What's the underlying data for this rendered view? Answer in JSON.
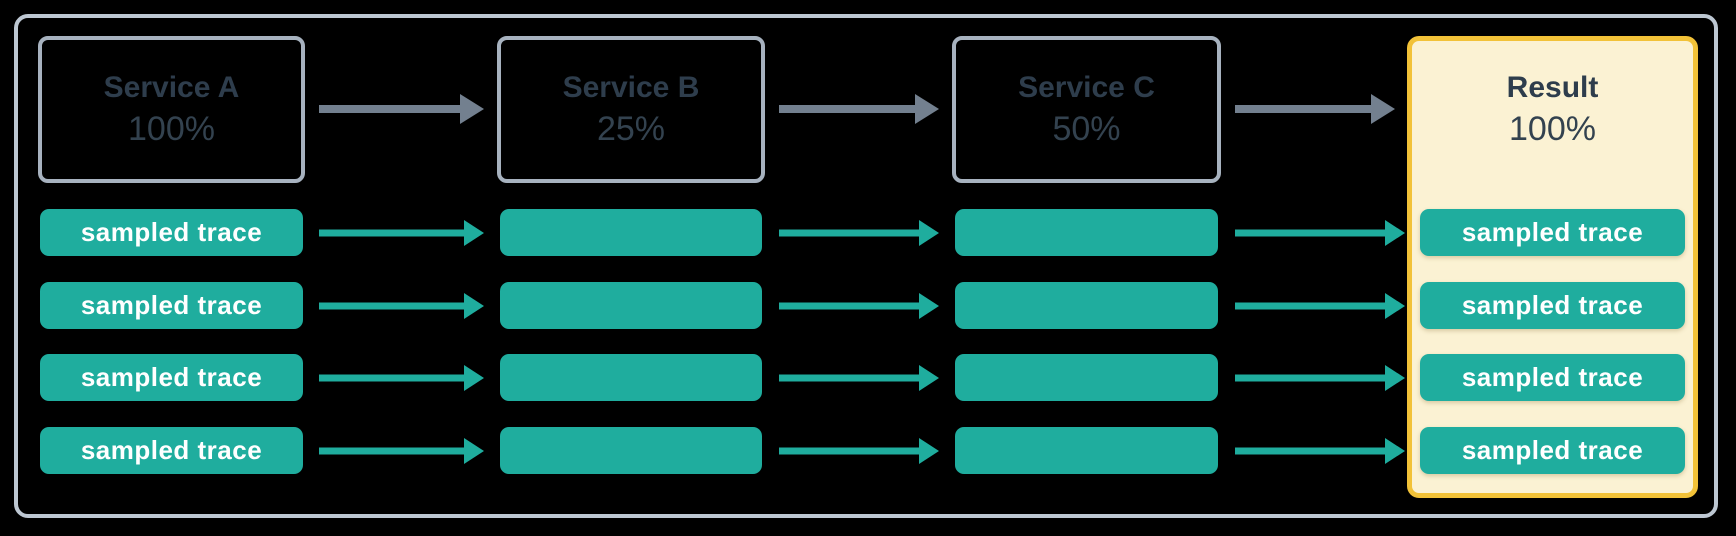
{
  "diagram": {
    "columns": [
      {
        "id": "service-a",
        "label": "Service A",
        "rate": "100%",
        "traces": [
          "sampled trace",
          "sampled trace",
          "sampled trace",
          "sampled trace"
        ]
      },
      {
        "id": "service-b",
        "label": "Service B",
        "rate": "25%",
        "traces": [
          "",
          "",
          "",
          ""
        ]
      },
      {
        "id": "service-c",
        "label": "Service C",
        "rate": "50%",
        "traces": [
          "",
          "",
          "",
          ""
        ]
      },
      {
        "id": "result",
        "label": "Result",
        "rate": "100%",
        "highlighted": true,
        "traces": [
          "sampled trace",
          "sampled trace",
          "sampled trace",
          "sampled trace"
        ]
      }
    ],
    "colors": {
      "trace_teal": "#1FAD9E",
      "service_arrow_gray": "#73808F",
      "service_box_border": "#A7B2BF",
      "frame_border": "#BDC7D2",
      "label_text": "#2E3D4C",
      "trace_text": "#FFFFFF",
      "result_background": "#FBF2D3",
      "result_border": "#F2C238",
      "canvas_background": "#000000"
    }
  }
}
